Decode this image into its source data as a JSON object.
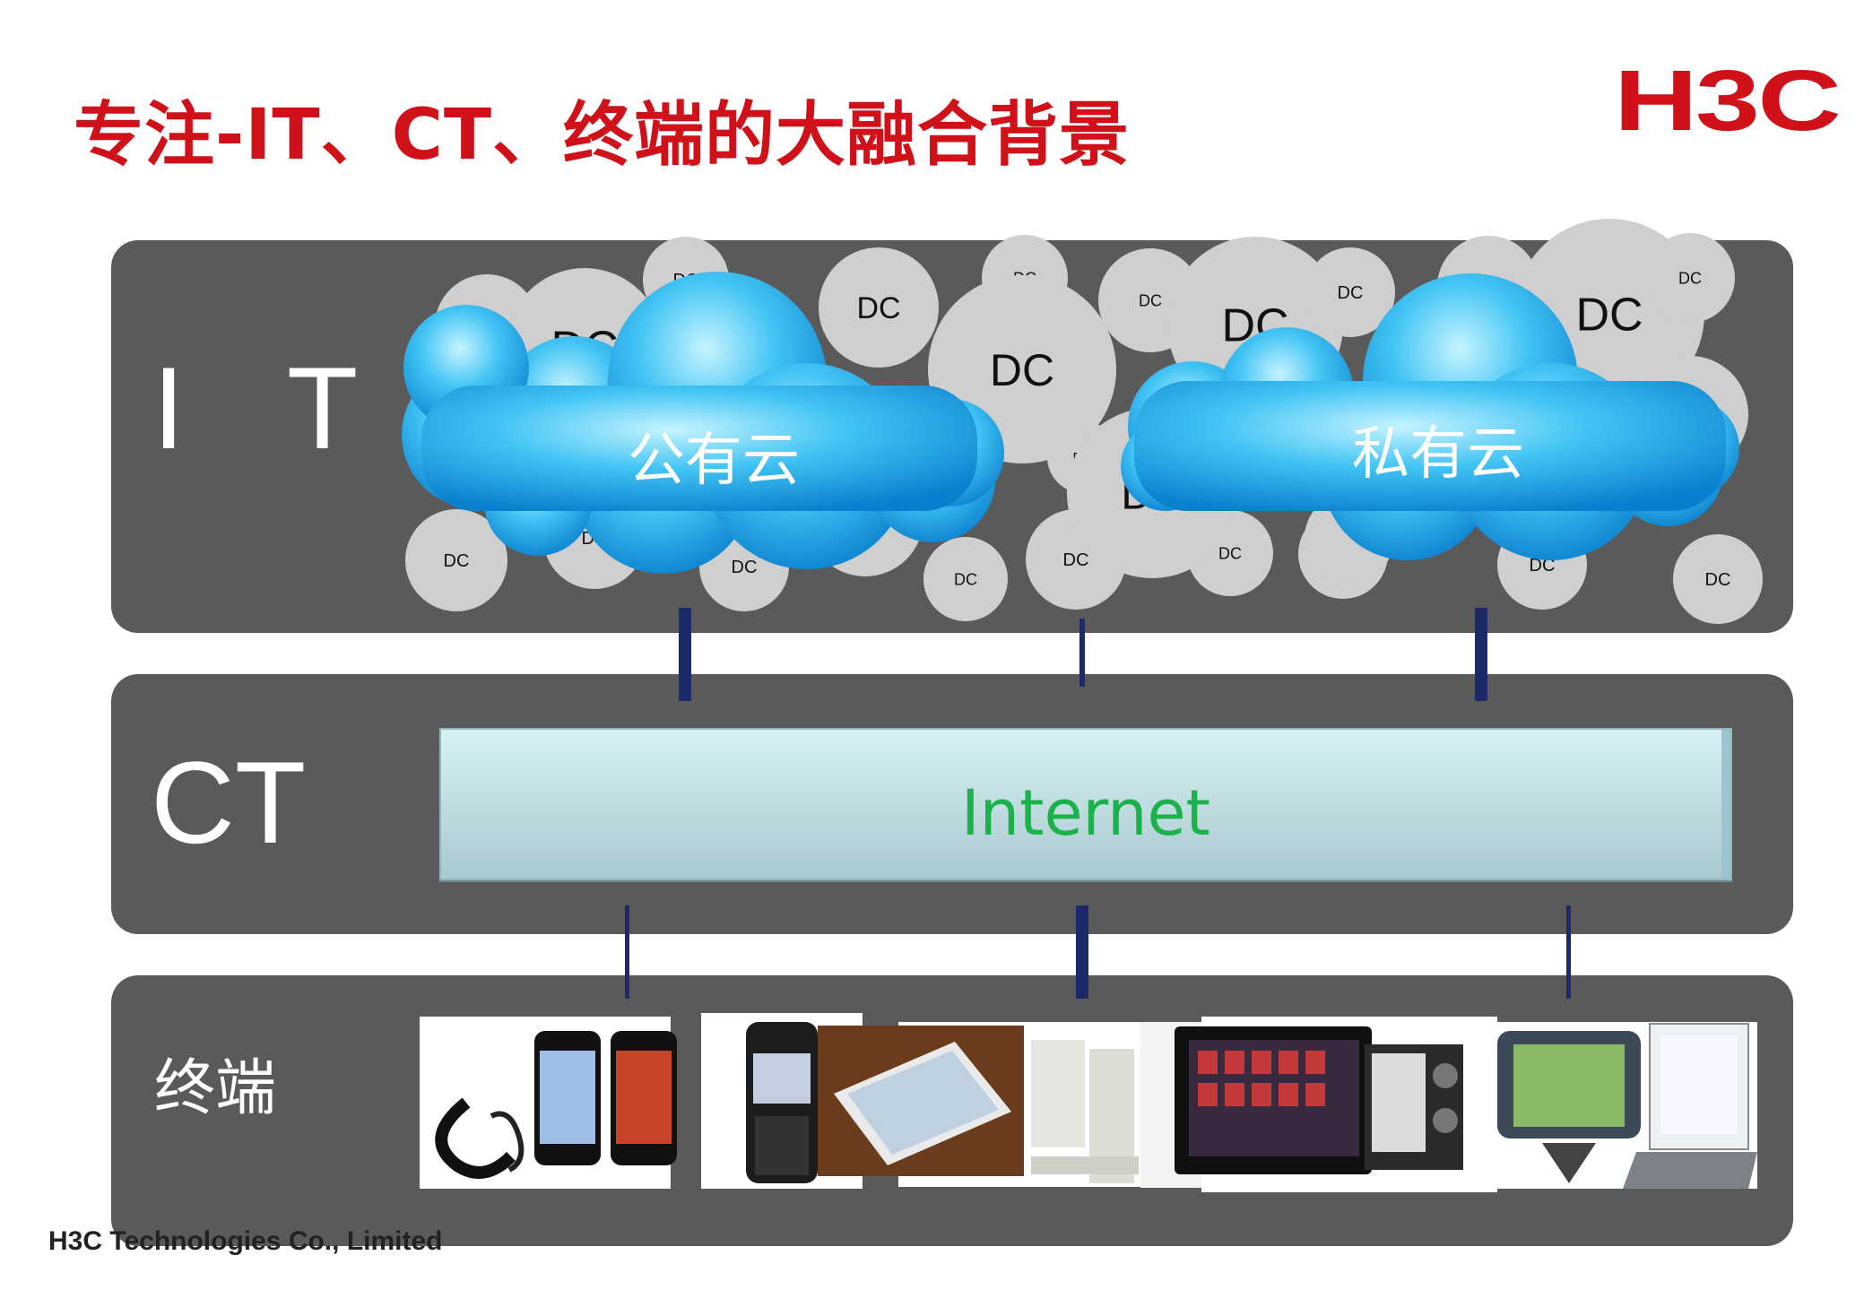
{
  "title": "专注-IT、CT、终端的大融合背景",
  "logo": "H3C",
  "layers": {
    "it": "I T",
    "ct": "CT",
    "terminal": "终端"
  },
  "clouds": {
    "public": "公有云",
    "private": "私有云"
  },
  "dc_label": "DC",
  "internet_label": "Internet",
  "footer": "H3C Technologies Co., Limited",
  "colors": {
    "title": "#d0111a",
    "band": "#5a5a5a",
    "cloud": "#2ab4ee",
    "internet_text": "#19b34a",
    "connector": "#1c2a6a"
  },
  "devices": [
    "telephone-image",
    "smartphones-image",
    "nokia-phone-image",
    "tablet-image",
    "desktop-pc-image",
    "flat-tv-image",
    "crt-tv-image",
    "gps-navigator-image",
    "laptop-image"
  ]
}
